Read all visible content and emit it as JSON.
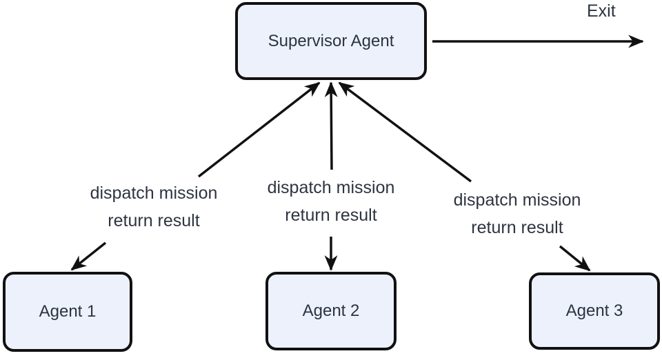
{
  "diagram": {
    "supervisor": {
      "label": "Supervisor Agent"
    },
    "exit": {
      "label": "Exit"
    },
    "agents": [
      {
        "label": "Agent 1"
      },
      {
        "label": "Agent 2"
      },
      {
        "label": "Agent 3"
      }
    ],
    "edges": [
      {
        "label_line1": "dispatch mission",
        "label_line2": "return result"
      },
      {
        "label_line1": "dispatch mission",
        "label_line2": "return result"
      },
      {
        "label_line1": "dispatch mission",
        "label_line2": "return result"
      }
    ],
    "colors": {
      "background": "#ffffff",
      "node_fill": "#edf1fb",
      "node_border": "#111111",
      "node_text": "#2b3442",
      "edge_stroke": "#111111",
      "label_text": "#2e3440"
    }
  }
}
